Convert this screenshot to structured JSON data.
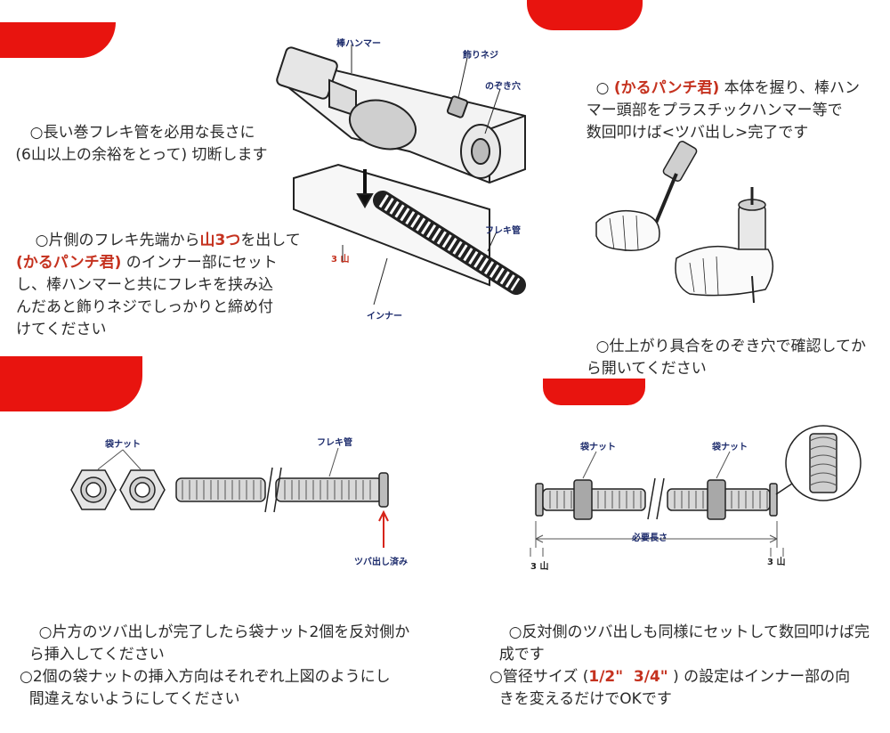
{
  "colors": {
    "banner": "#e8140f",
    "accent_text": "#c5321f",
    "label_blue": "#1b2a6b",
    "arrow_red": "#d62418"
  },
  "step1": {
    "line1": "○長い巻フレキ管を必用な長さに",
    "line2": " (6山以上の余裕をとって) 切断します",
    "p2_prefix": "○片側のフレキ先端から",
    "p2_red": "山3つ",
    "p2_suffix": "を出して",
    "p2_line2_red": "(かるパンチ君)",
    "p2_line2_rest": " のインナー部にセット",
    "p2_line3": "し、棒ハンマーと共にフレキを挟み込",
    "p2_line4": "んだあと飾りネジでしっかりと締め付",
    "p2_line5": "けてください",
    "labels": {
      "rod_hammer": "棒ハンマー",
      "deco_screw": "飾りネジ",
      "peep_hole": "のぞき穴",
      "flex_pipe": "フレキ管",
      "three_threads": "3 山",
      "inner": "インナー"
    }
  },
  "step2": {
    "line1_prefix": "○ ",
    "line1_red": "(かるパンチ君)",
    "line1_rest": " 本体を握り、棒ハン",
    "line2": "  マー頭部をプラスチックハンマー等で",
    "line3": "  数回叩けば<ツバ出し>完了です",
    "p2_line1": "○仕上がり具合をのぞき穴で確認してか",
    "p2_line2": "  ら開いてください"
  },
  "step3": {
    "labels": {
      "nut": "袋ナット",
      "flex_pipe": "フレキ管",
      "flared": "ツバ出し済み"
    },
    "line1": "○片方のツバ出しが完了したら袋ナット2個を反対側か",
    "line2": "  ら挿入してください",
    "line3": "○2個の袋ナットの挿入方向はそれぞれ上図のようにし",
    "line4": "  間違えないようにしてください"
  },
  "step4": {
    "labels": {
      "nut_left": "袋ナット",
      "nut_right": "袋ナット",
      "required_length": "必要長さ",
      "three_left": "3 山",
      "three_right": "3 山"
    },
    "line1": "○反対側のツバ出しも同様にセットして数回叩けば完",
    "line2": "  成です",
    "line3_prefix": "○管径サイズ (",
    "line3_red": "1/2\"  3/4\"",
    "line3_suffix": " ) の設定はインナー部の向",
    "line4": "  きを変えるだけでOKです"
  }
}
